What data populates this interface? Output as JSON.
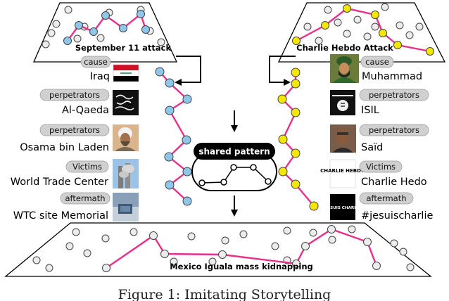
{
  "figure": {
    "caption": "Figure 1: Imitating Storytelling",
    "colors": {
      "edge": "#e8308a",
      "left_node": "#8ec7ea",
      "right_node": "#f3e600",
      "empty_node": "#ececec",
      "tag_fill": "#d0d0d0"
    }
  },
  "left_story": {
    "title": "September 11 attack",
    "roles": [
      {
        "tag": "cause",
        "entity": "Iraq",
        "icon": "iraq-flag-icon"
      },
      {
        "tag": "perpetrators",
        "entity": "Al-Qaeda",
        "icon": "al-qaeda-flag-icon"
      },
      {
        "tag": "perpetrators",
        "entity": "Osama bin Laden",
        "icon": "portrait-photo-icon"
      },
      {
        "tag": "Victims",
        "entity": "World Trade Center",
        "icon": "wtc-photo-icon"
      },
      {
        "tag": "aftermath",
        "entity": "WTC site Memorial",
        "icon": "memorial-photo-icon"
      }
    ]
  },
  "right_story": {
    "title": "Charlie Hebdo Attack",
    "roles": [
      {
        "tag": "cause",
        "entity": "Muhammad",
        "icon": "portrait-painting-icon"
      },
      {
        "tag": "perpetrators",
        "entity": "ISIL",
        "icon": "isil-flag-icon"
      },
      {
        "tag": "perpetrators",
        "entity": "Saïd",
        "icon": "portrait-photo-icon"
      },
      {
        "tag": "Victims",
        "entity": "Charlie Hedo",
        "icon": "charlie-hebdo-logo-icon"
      },
      {
        "tag": "aftermath",
        "entity": "#jesuischarlie",
        "icon": "je-suis-charlie-icon"
      }
    ]
  },
  "center": {
    "label": "shared pattern"
  },
  "bottom_story": {
    "title": "Mexico Iguala mass kidnapping"
  },
  "logos": {
    "charlie_hebdo": "CHARLIE HEBDO",
    "je_suis_charlie": "JE SUIS CHARLIE"
  }
}
